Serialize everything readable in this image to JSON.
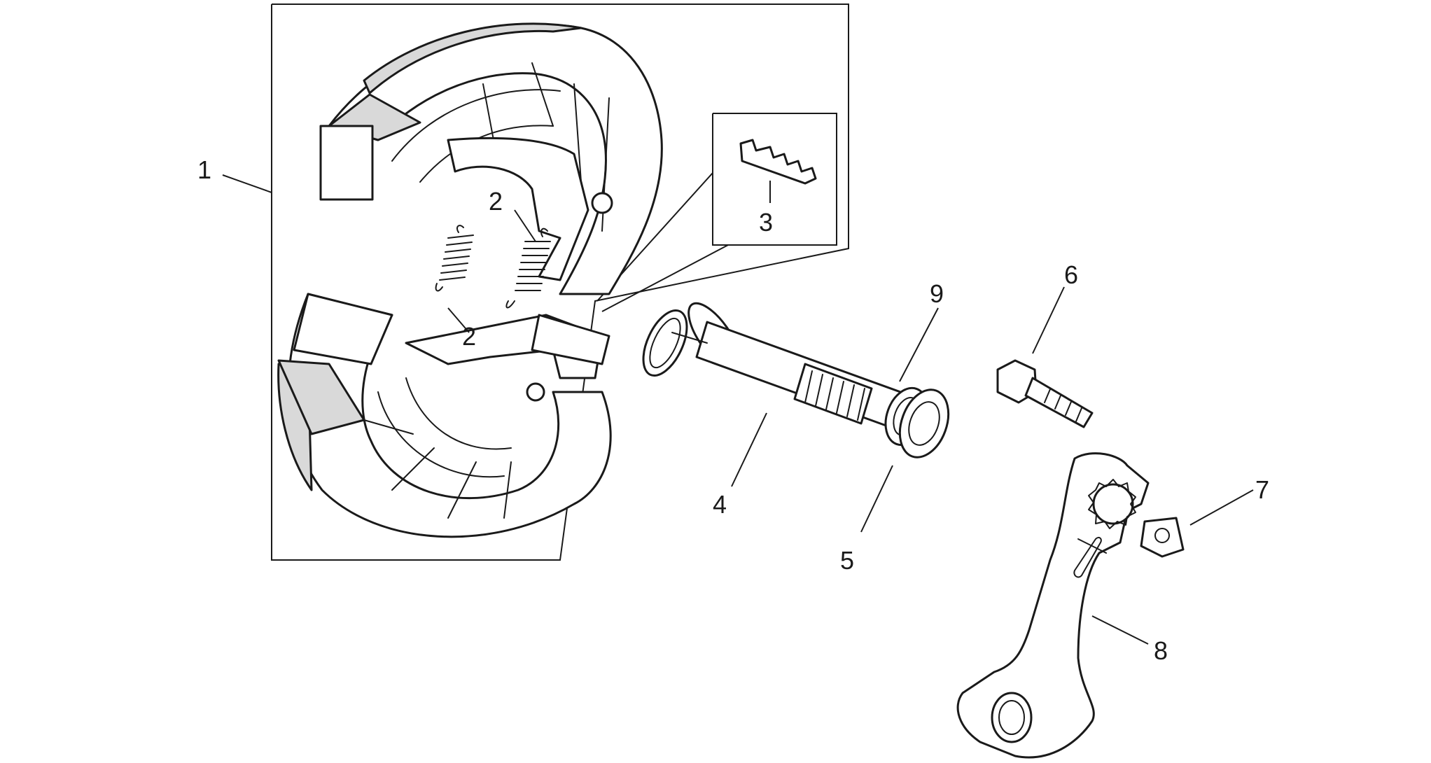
{
  "callouts": [
    {
      "id": "c1",
      "label": "1"
    },
    {
      "id": "c2a",
      "label": "2"
    },
    {
      "id": "c2b",
      "label": "2"
    },
    {
      "id": "c3",
      "label": "3"
    },
    {
      "id": "c4",
      "label": "4"
    },
    {
      "id": "c5",
      "label": "5"
    },
    {
      "id": "c6",
      "label": "6"
    },
    {
      "id": "c7",
      "label": "7"
    },
    {
      "id": "c8",
      "label": "8"
    },
    {
      "id": "c9",
      "label": "9"
    }
  ],
  "colors": {
    "line": "#1a1a1a",
    "lining": "#d9d9d9",
    "background": "#ffffff"
  }
}
